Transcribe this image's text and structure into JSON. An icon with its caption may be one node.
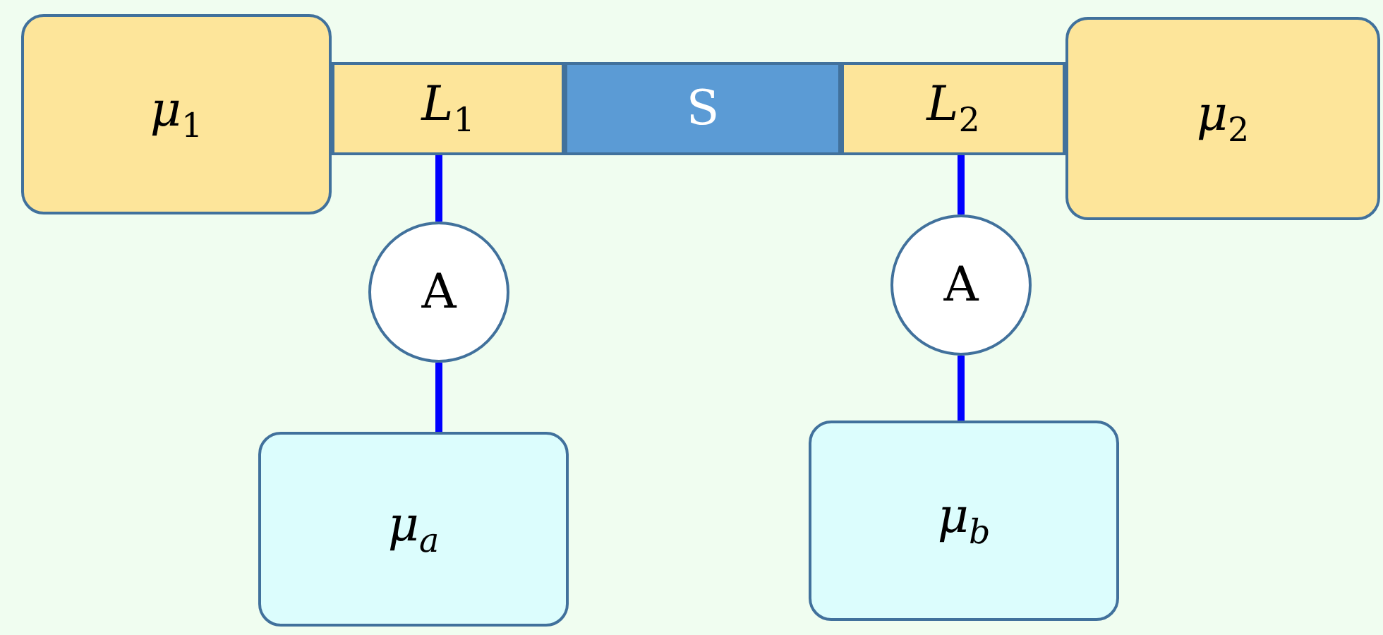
{
  "diagram": {
    "nodes": [
      {
        "text": [
          "*μ*$_{1}$"
        ]
      },
      {
        "text": [
          "*L*$_{1}$"
        ]
      },
      {
        "text": [
          "S"
        ]
      },
      {
        "text": [
          "*L*$_{2}$"
        ]
      },
      {
        "text": [
          "*μ*$_{2}$"
        ]
      },
      {
        "text": [
          "A"
        ]
      },
      {
        "text": [
          "A"
        ]
      },
      {
        "text": [
          "*μ*$_{a}$"
        ]
      },
      {
        "text": [
          "*μ*$_{b}$"
        ]
      }
    ],
    "edges": [
      {
        "from": 1,
        "to": 5,
        "arrow": "none"
      },
      {
        "from": 5,
        "to": 7,
        "arrow": "none"
      },
      {
        "from": 3,
        "to": 6,
        "arrow": "none"
      },
      {
        "from": 6,
        "to": 8,
        "arrow": "none"
      }
    ]
  }
}
